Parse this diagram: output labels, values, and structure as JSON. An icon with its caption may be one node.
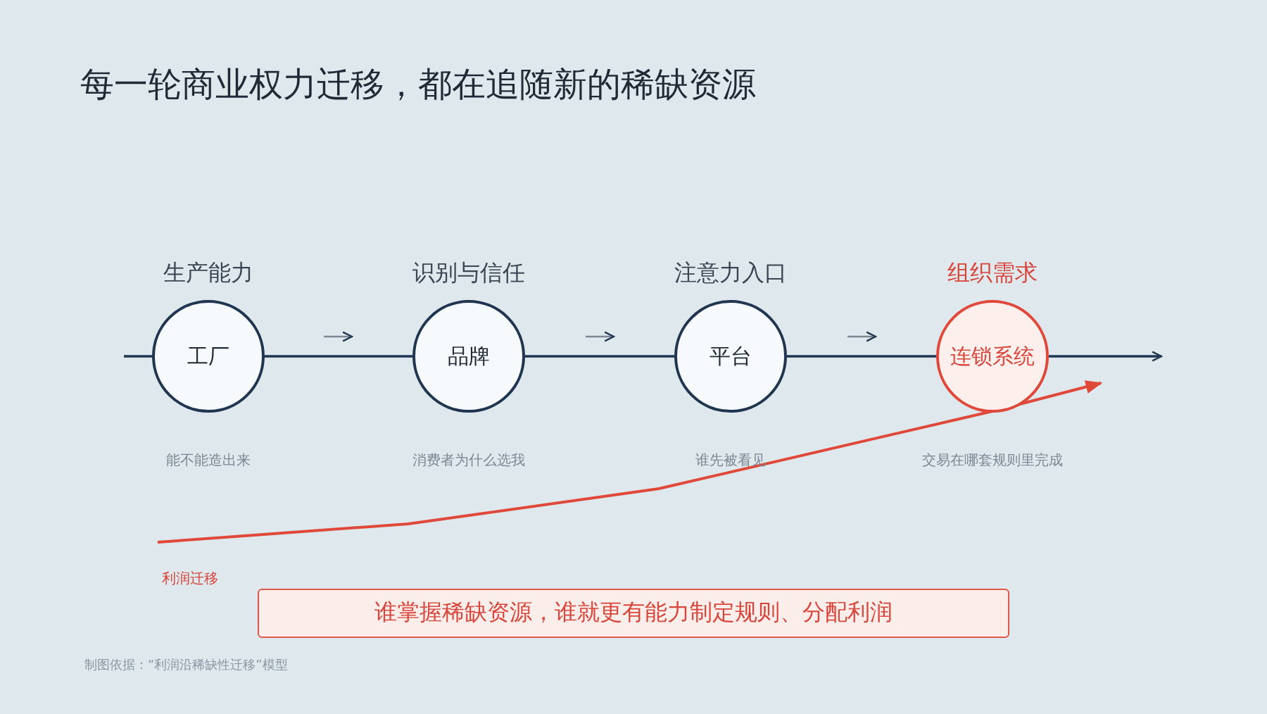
{
  "diagram": {
    "title": "每一轮商业权力迁移，都在追随新的稀缺资源",
    "nodes": [
      {
        "text": [
          "生产能力",
          "工厂"
        ],
        "beside": [
          "能不能造出来"
        ]
      },
      {
        "text": [
          "识别与信任",
          "品牌"
        ],
        "beside": [
          "消费者为什么选我"
        ]
      },
      {
        "text": [
          "注意力入口",
          "平台"
        ],
        "beside": [
          "谁先被看见"
        ]
      },
      {
        "text": [
          "组织需求",
          "连锁系统"
        ],
        "beside": [
          "交易在哪套规则里完成"
        ]
      },
      {
        "text": [
          "谁掌握稀缺资源，谁就更有能力制定规则、分配利润"
        ]
      }
    ],
    "edges": [
      {
        "from": null,
        "to": 0,
        "arrow": "none"
      },
      {
        "from": 0,
        "to": 1,
        "arrow": "none"
      },
      {
        "from": 1,
        "to": 2,
        "arrow": "none"
      },
      {
        "from": 2,
        "to": 3,
        "arrow": "none"
      },
      {
        "from": 3,
        "to": null,
        "arrow": "to"
      }
    ],
    "labels": [
      "利润迁移",
      "制图依据：“利润沿稀缺性迁移”模型"
    ]
  }
}
